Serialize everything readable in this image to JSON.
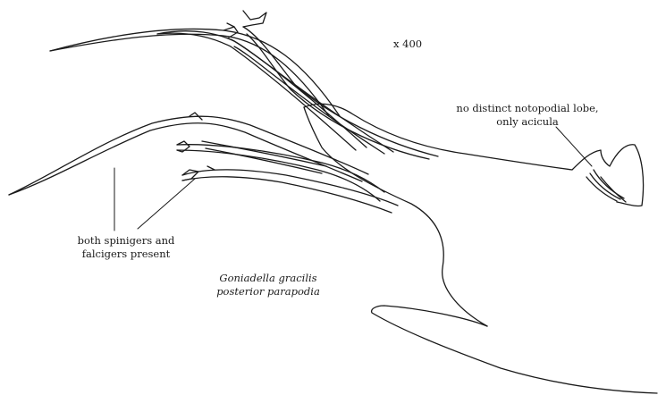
{
  "magnification": "x 400",
  "annotations": {
    "notopodial_line1": "no distinct notopodial lobe,",
    "notopodial_line2": "only acicula",
    "chaetae_line1": "both spinigers and",
    "chaetae_line2": "falcigers present"
  },
  "caption": {
    "species": "Goniadella gracilis",
    "part": "posterior parapodia"
  },
  "colors": {
    "ink": "#1a1a1a",
    "background": "#ffffff"
  }
}
